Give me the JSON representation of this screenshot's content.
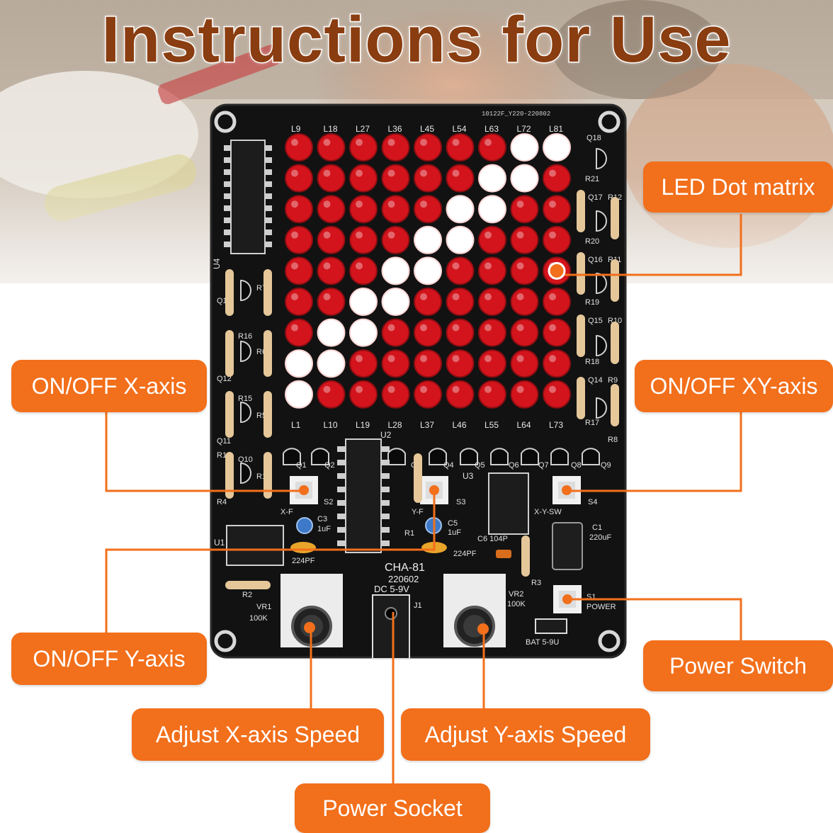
{
  "title": "Instructions for Use",
  "colors": {
    "orange": "#f26f1b",
    "title": "#8a3d10",
    "pcb": "#121212",
    "led_red": "#d3141c",
    "led_lit": "#ffffff"
  },
  "board": {
    "serial": "10122F_Y220-220802",
    "model": "CHA-81",
    "date": "220602",
    "dc_label": "DC 5-9V",
    "jack_label": "J1",
    "vr1": "VR1",
    "vr1_value": "100K",
    "vr2": "VR2",
    "vr2_value": "100K",
    "bat": "BAT 5-9U",
    "s1": "S1",
    "power_label": "POWER",
    "c1": "C1",
    "c1_value": "220uF",
    "c3": "C3",
    "c3_value": "1uF",
    "c5": "C5",
    "c5_value": "1uF",
    "c6": "C6 104P",
    "c2_value": "224PF",
    "c4_value": "224PF",
    "xf": "X-F",
    "yf": "Y-F",
    "xysw": "X-Y-SW",
    "s2": "S2",
    "s3": "S3",
    "s4": "S4",
    "u1": "U1",
    "u2": "U2",
    "u3": "U3",
    "r1": "R1",
    "r2": "R2",
    "r3": "R3",
    "col_labels_top": [
      "L9",
      "L18",
      "L27",
      "L36",
      "L45",
      "L54",
      "L63",
      "L72",
      "L81"
    ],
    "col_labels_bottom": [
      "L1",
      "L10",
      "L19",
      "L28",
      "L37",
      "L46",
      "L55",
      "L64",
      "L73"
    ],
    "q_labels": [
      "Q1",
      "Q2",
      "Q3",
      "Q4",
      "Q5",
      "Q6",
      "Q7",
      "Q8",
      "Q9"
    ],
    "right_labels": [
      "Q18",
      "R21",
      "Q17",
      "R12",
      "R20",
      "Q16",
      "R11",
      "R19",
      "Q15",
      "R10",
      "R18",
      "Q14",
      "R9",
      "R17",
      "R8"
    ],
    "left_labels": [
      "U4",
      "Q13",
      "R7",
      "R16",
      "Q12",
      "R6",
      "R15",
      "Q11",
      "R5",
      "R14",
      "Q10",
      "R4",
      "R13"
    ]
  },
  "led_matrix": {
    "rows": 9,
    "cols": 9,
    "lit": [
      [
        0,
        7
      ],
      [
        0,
        8
      ],
      [
        1,
        6
      ],
      [
        1,
        7
      ],
      [
        2,
        5
      ],
      [
        2,
        6
      ],
      [
        3,
        4
      ],
      [
        3,
        5
      ],
      [
        4,
        3
      ],
      [
        4,
        4
      ],
      [
        5,
        2
      ],
      [
        5,
        3
      ],
      [
        6,
        1
      ],
      [
        6,
        2
      ],
      [
        7,
        0
      ],
      [
        7,
        1
      ],
      [
        8,
        0
      ]
    ],
    "marker": [
      4,
      8
    ]
  },
  "callouts": {
    "led_dot_matrix": "LED Dot matrix",
    "on_off_x": "ON/OFF X-axis",
    "on_off_xy": "ON/OFF XY-axis",
    "on_off_y": "ON/OFF Y-axis",
    "power_switch": "Power Switch",
    "adjust_x": "Adjust X-axis Speed",
    "adjust_y": "Adjust Y-axis Speed",
    "power_socket": "Power Socket"
  }
}
